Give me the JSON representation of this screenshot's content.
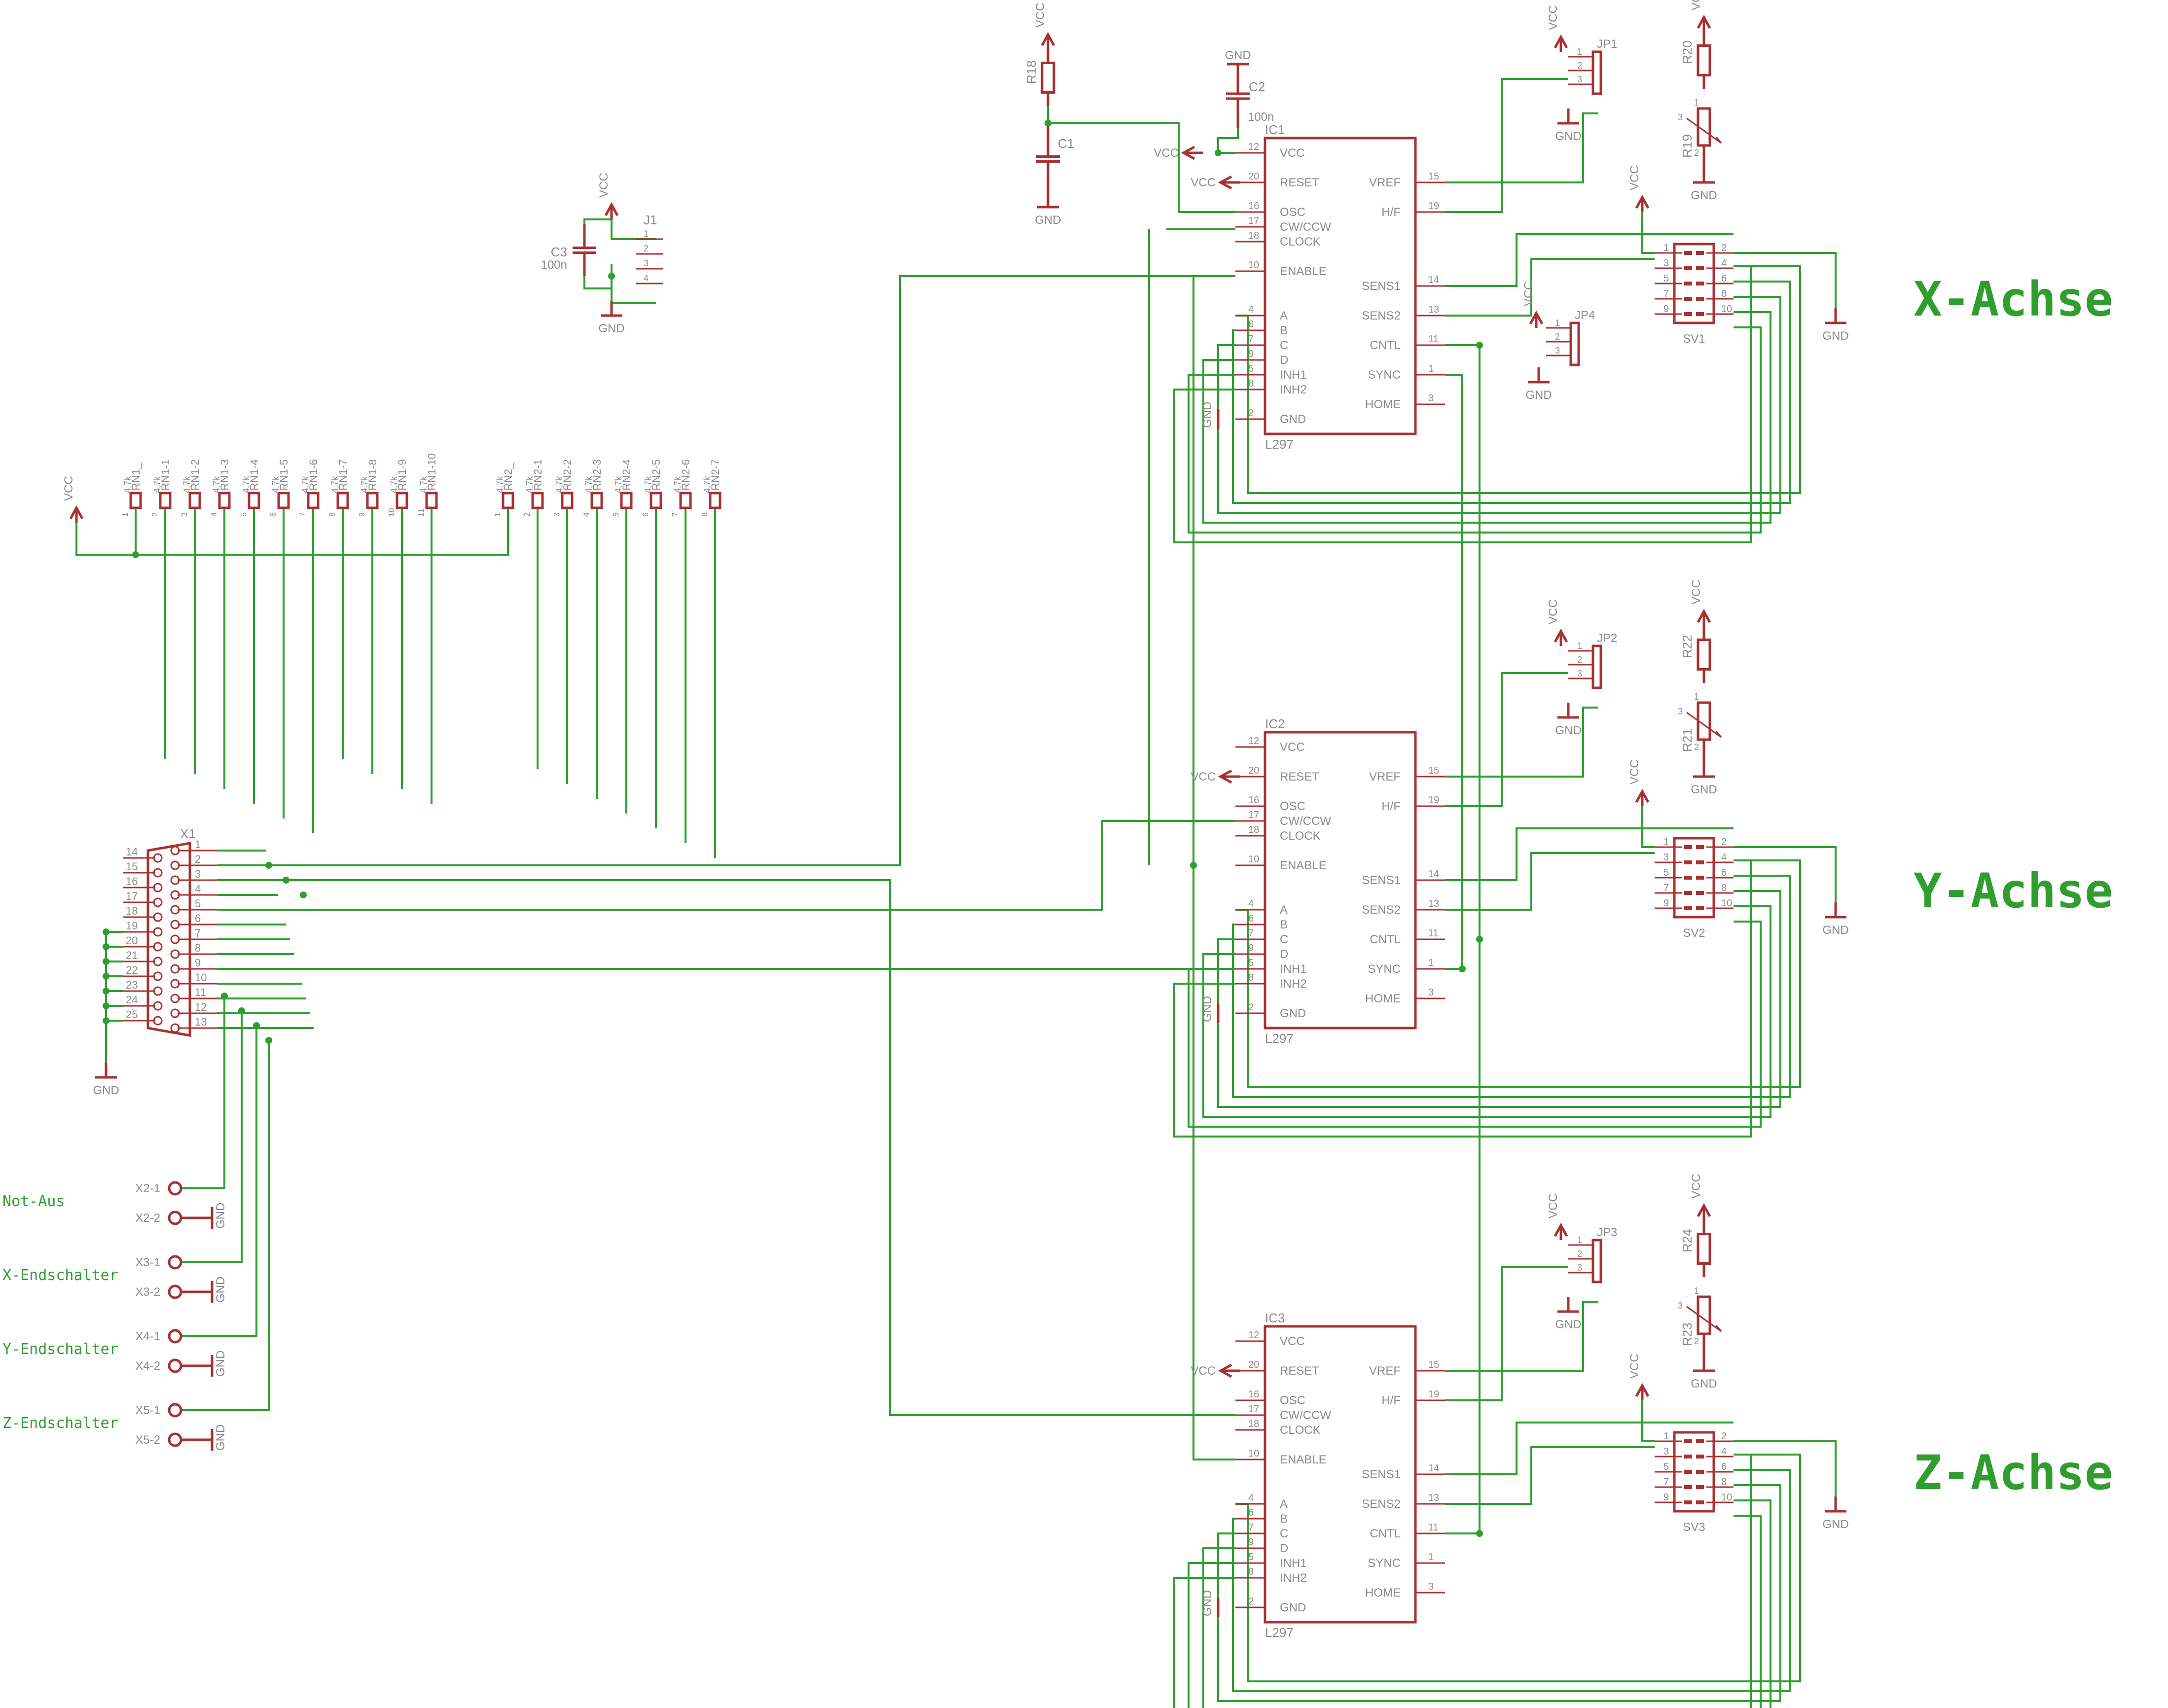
{
  "labels": {
    "vcc": "VCC",
    "gnd": "GND",
    "axis_x": "X-Achse",
    "axis_y": "Y-Achse",
    "axis_z": "Z-Achse",
    "not_aus": "Not-Aus",
    "x_end": "X-Endschalter",
    "y_end": "Y-Endschalter",
    "z_end": "Z-Endschalter"
  },
  "ic": {
    "part": "L297",
    "refs": [
      "IC1",
      "IC2",
      "IC3"
    ],
    "left_pins": [
      {
        "num": "12",
        "name": "VCC"
      },
      {
        "num": "20",
        "name": "RESET"
      },
      {
        "num": "16",
        "name": "OSC"
      },
      {
        "num": "17",
        "name": "CW/CCW"
      },
      {
        "num": "18",
        "name": "CLOCK"
      },
      {
        "num": "10",
        "name": "ENABLE"
      },
      {
        "num": "4",
        "name": "A"
      },
      {
        "num": "6",
        "name": "B"
      },
      {
        "num": "7",
        "name": "C"
      },
      {
        "num": "9",
        "name": "D"
      },
      {
        "num": "5",
        "name": "INH1"
      },
      {
        "num": "8",
        "name": "INH2"
      },
      {
        "num": "2",
        "name": "GND"
      }
    ],
    "right_pins": [
      {
        "num": "15",
        "name": "VREF"
      },
      {
        "num": "19",
        "name": "H/F"
      },
      {
        "num": "14",
        "name": "SENS1"
      },
      {
        "num": "13",
        "name": "SENS2"
      },
      {
        "num": "11",
        "name": "CNTL"
      },
      {
        "num": "1",
        "name": "SYNC"
      },
      {
        "num": "3",
        "name": "HOME"
      }
    ]
  },
  "headers": {
    "sv_refs": [
      "SV1",
      "SV2",
      "SV3"
    ],
    "sv_pins_left": [
      "1",
      "3",
      "5",
      "7",
      "9"
    ],
    "sv_pins_right": [
      "2",
      "4",
      "6",
      "8",
      "10"
    ],
    "jp_refs": [
      "JP1",
      "JP2",
      "JP3",
      "JP4"
    ],
    "jp_pins": [
      "1",
      "2",
      "3"
    ],
    "j1_ref": "J1",
    "j1_pins": [
      "1",
      "2",
      "3",
      "4"
    ]
  },
  "passives": {
    "r18": "R18",
    "c1": "C1",
    "c2": "C2",
    "c2_val": "100n",
    "c3": "C3",
    "c3_val": "100n",
    "trim_refs": [
      "R19",
      "R21",
      "R23"
    ],
    "series_refs": [
      "R20",
      "R22",
      "R24"
    ],
    "trim_pins": [
      "1",
      "2",
      "3"
    ]
  },
  "rn1": {
    "value": "4,7k",
    "names": [
      "RN1_",
      "RN1-1",
      "RN1-2",
      "RN1-3",
      "RN1-4",
      "RN1-5",
      "RN1-6",
      "RN1-7",
      "RN1-8",
      "RN1-9",
      "RN1-10"
    ],
    "pins": [
      "1",
      "2",
      "3",
      "4",
      "5",
      "6",
      "7",
      "8",
      "9",
      "10",
      "11"
    ]
  },
  "rn2": {
    "value": "4,7k",
    "names": [
      "RN2_",
      "RN2-1",
      "RN2-2",
      "RN2-3",
      "RN2-4",
      "RN2-5",
      "RN2-6",
      "RN2-7"
    ],
    "pins": [
      "1",
      "2",
      "3",
      "4",
      "5",
      "6",
      "7",
      "8"
    ]
  },
  "x1": {
    "ref": "X1",
    "left_pins": [
      "14",
      "15",
      "16",
      "17",
      "18",
      "19",
      "20",
      "21",
      "22",
      "23",
      "24",
      "25"
    ],
    "right_pins": [
      "1",
      "2",
      "3",
      "4",
      "5",
      "6",
      "7",
      "8",
      "9",
      "10",
      "11",
      "12",
      "13"
    ]
  },
  "terminals": [
    "X2-1",
    "X2-2",
    "X3-1",
    "X3-2",
    "X4-1",
    "X4-2",
    "X5-1",
    "X5-2"
  ]
}
